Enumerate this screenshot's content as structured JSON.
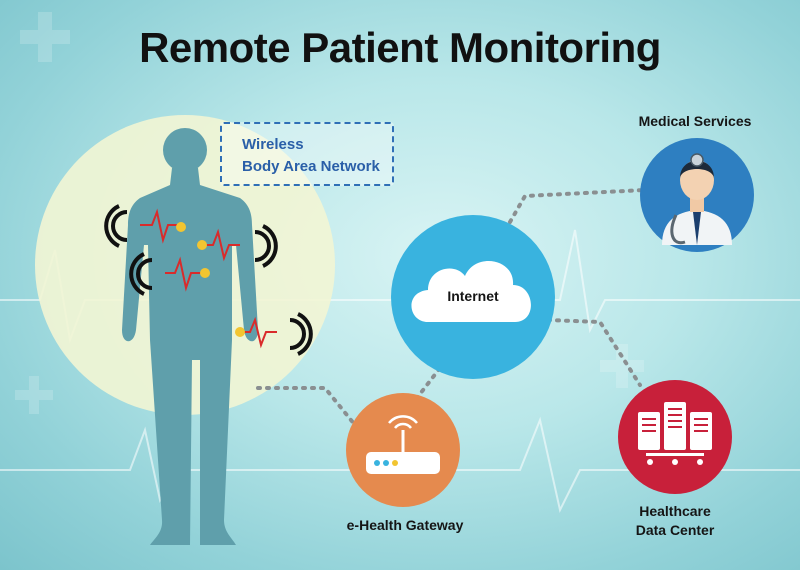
{
  "title": "Remote Patient Monitoring",
  "wban": {
    "line1": "Wireless",
    "line2": "Body Area Network"
  },
  "nodes": {
    "internet": "Internet",
    "medical_services": "Medical Services",
    "gateway": "e-Health Gateway",
    "datacenter_line1": "Healthcare",
    "datacenter_line2": "Data Center"
  },
  "colors": {
    "internet": "#39b3df",
    "medical": "#2e7fc1",
    "gateway": "#e58a4e",
    "datacenter": "#c8203a",
    "connector": "#8a8f91",
    "heartbeat": "#d92b2b",
    "sensor": "#f2c531"
  },
  "icons": {
    "internet": "cloud-icon",
    "medical": "doctor-icon",
    "gateway": "router-icon",
    "datacenter": "server-icon",
    "sensor": "wireless-signal-icon"
  }
}
